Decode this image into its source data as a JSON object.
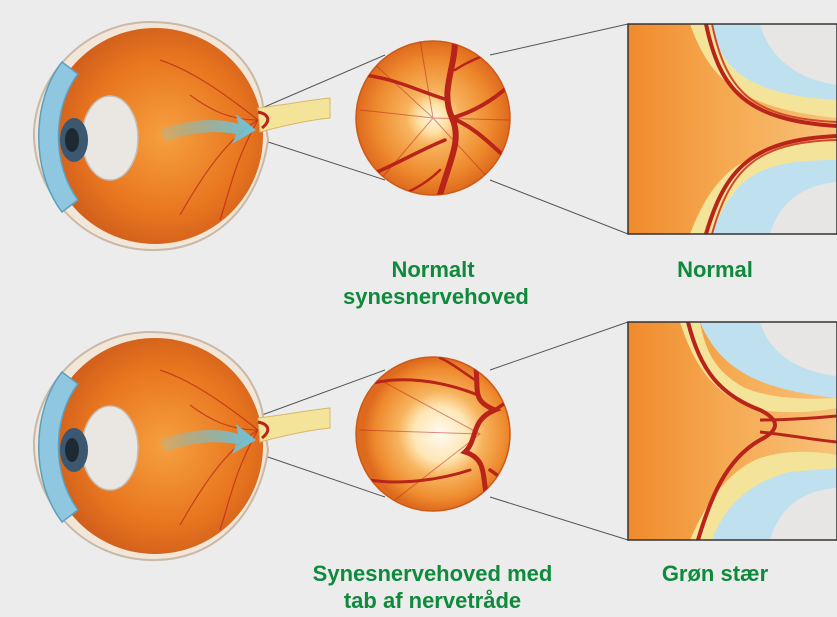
{
  "colors": {
    "background": "#ececec",
    "caption_green": "#0f8a3c",
    "retina_orange": "#e8761f",
    "vessel_red": "#b8231a",
    "nerve_yellow": "#f4e49a",
    "sclera_blue": "#bfe0ee",
    "arrow_blue": "#6cc6dc"
  },
  "rows": [
    {
      "condition": "normal",
      "disc_caption_lines": [
        "Normalt",
        "synesnervehoved"
      ],
      "cross_section_caption": "Normal",
      "icons": [
        "eye-cross-section-icon",
        "optic-disc-icon",
        "nerve-cross-section-icon",
        "arrow-icon"
      ]
    },
    {
      "condition": "glaucoma",
      "disc_caption_lines": [
        "Synesnervehoved med",
        "tab af nervetråde"
      ],
      "cross_section_caption": "Grøn stær",
      "icons": [
        "eye-cross-section-icon",
        "optic-disc-icon",
        "nerve-cross-section-icon",
        "arrow-icon"
      ]
    }
  ]
}
